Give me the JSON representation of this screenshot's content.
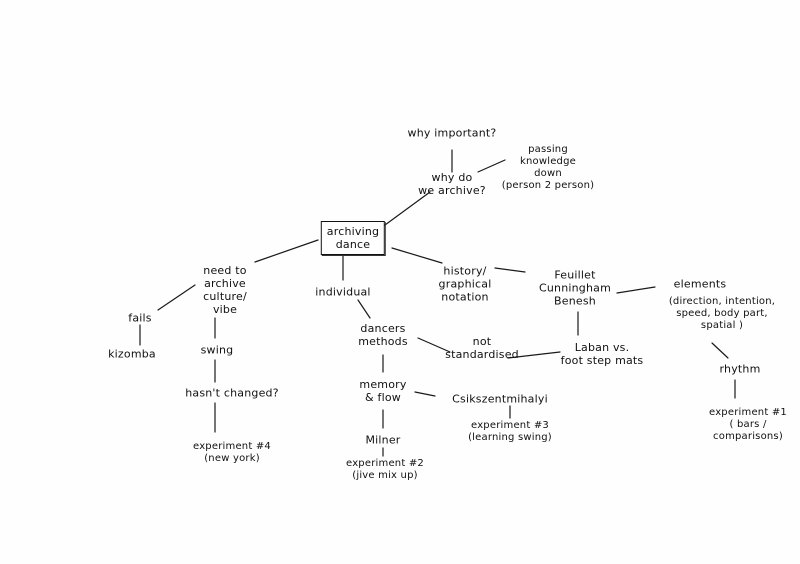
{
  "nodes": {
    "why_important": "why important?",
    "why_archive": "why do\nwe archive?",
    "passing_knowledge": "passing\nknowledge\ndown\n(person 2 person)",
    "archiving_dance": "archiving\ndance",
    "need_to_archive": "need to\narchive\nculture/\nvibe",
    "fails": "fails",
    "kizomba": "kizomba",
    "swing": "swing",
    "hasnt_changed": "hasn't changed?",
    "experiment4": "experiment #4\n(new york)",
    "individual": "individual",
    "dancers_methods": "dancers\nmethods",
    "not_standardised": "not\nstandardised",
    "memory_flow": "memory\n& flow",
    "csikszentmihalyi": "Csikszentmihalyi",
    "experiment3": "experiment #3\n(learning swing)",
    "milner": "Milner",
    "experiment2": "experiment #2\n(jive mix up)",
    "history_notation": "history/\ngraphical\nnotation",
    "feuillet": "Feuillet\nCunningham\nBenesh",
    "laban": "Laban vs.\nfoot step mats",
    "elements": "elements",
    "elements_detail": "(direction, intention,\nspeed, body part,\nspatial )",
    "rhythm": "rhythm",
    "experiment1": "experiment #1\n( bars /\ncomparisons)"
  }
}
